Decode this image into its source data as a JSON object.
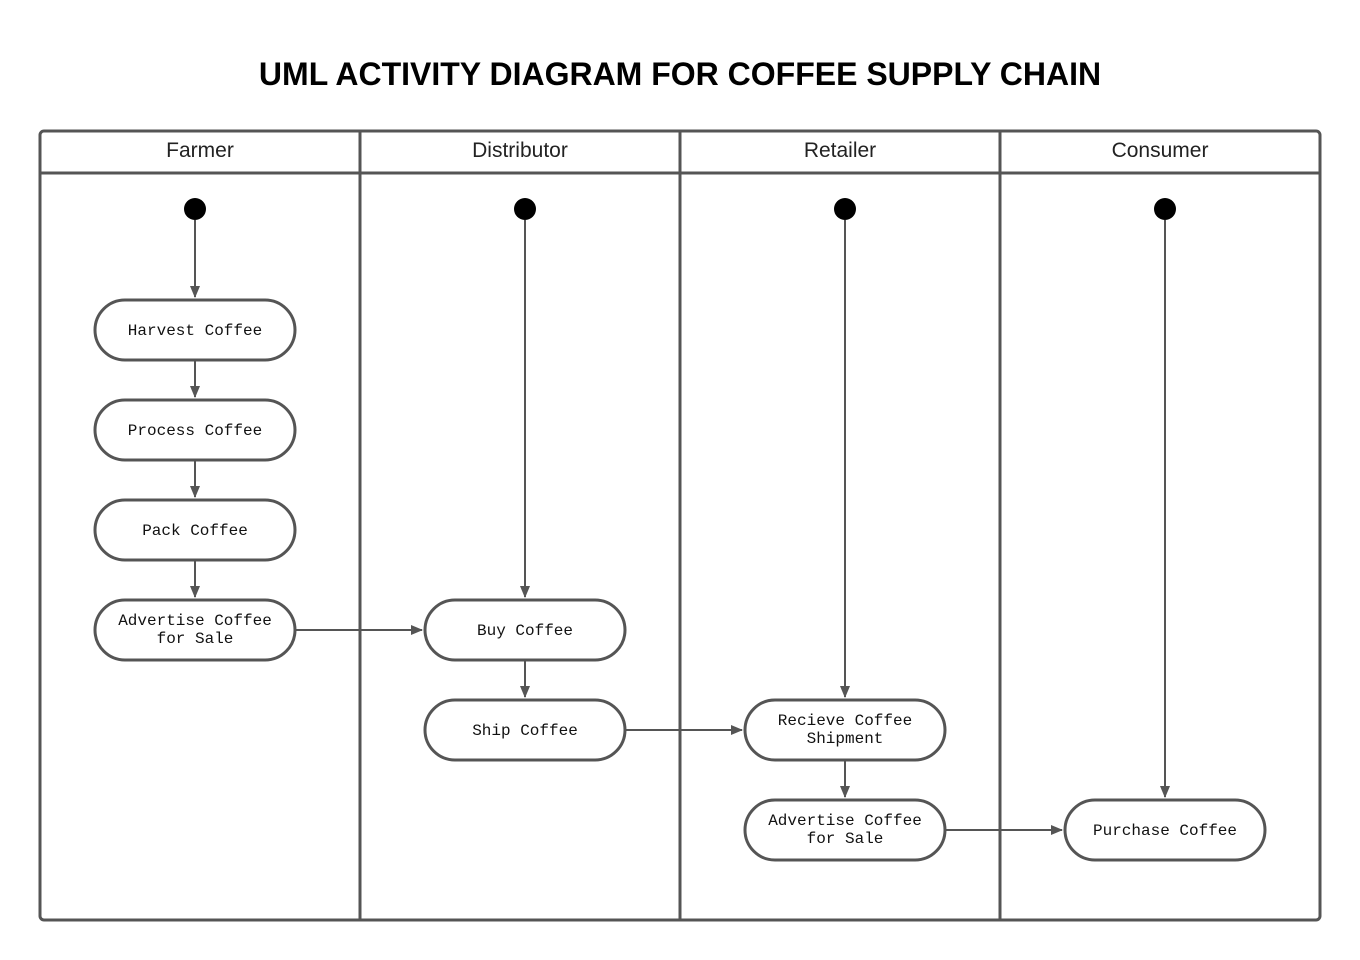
{
  "title": "UML ACTIVITY DIAGRAM FOR COFFEE SUPPLY CHAIN",
  "lanes": [
    {
      "id": "farmer",
      "label": "Farmer"
    },
    {
      "id": "distributor",
      "label": "Distributor"
    },
    {
      "id": "retailer",
      "label": "Retailer"
    },
    {
      "id": "consumer",
      "label": "Consumer"
    }
  ],
  "activities": {
    "harvest": {
      "lane": "farmer",
      "lines": [
        "Harvest Coffee"
      ]
    },
    "process": {
      "lane": "farmer",
      "lines": [
        "Process Coffee"
      ]
    },
    "pack": {
      "lane": "farmer",
      "lines": [
        "Pack Coffee"
      ]
    },
    "advertise_farmer": {
      "lane": "farmer",
      "lines": [
        "Advertise Coffee",
        "for Sale"
      ]
    },
    "buy": {
      "lane": "distributor",
      "lines": [
        "Buy Coffee"
      ]
    },
    "ship": {
      "lane": "distributor",
      "lines": [
        "Ship Coffee"
      ]
    },
    "receive": {
      "lane": "retailer",
      "lines": [
        "Recieve Coffee",
        "Shipment"
      ]
    },
    "advertise_retailer": {
      "lane": "retailer",
      "lines": [
        "Advertise Coffee",
        "for Sale"
      ]
    },
    "purchase": {
      "lane": "consumer",
      "lines": [
        "Purchase Coffee"
      ]
    }
  },
  "start_nodes": [
    "farmer",
    "distributor",
    "retailer",
    "consumer"
  ],
  "flows": [
    {
      "from": "start:farmer",
      "to": "harvest"
    },
    {
      "from": "harvest",
      "to": "process"
    },
    {
      "from": "process",
      "to": "pack"
    },
    {
      "from": "pack",
      "to": "advertise_farmer"
    },
    {
      "from": "advertise_farmer",
      "to": "buy"
    },
    {
      "from": "start:distributor",
      "to": "buy"
    },
    {
      "from": "buy",
      "to": "ship"
    },
    {
      "from": "ship",
      "to": "receive"
    },
    {
      "from": "start:retailer",
      "to": "receive"
    },
    {
      "from": "receive",
      "to": "advertise_retailer"
    },
    {
      "from": "advertise_retailer",
      "to": "purchase"
    },
    {
      "from": "start:consumer",
      "to": "purchase"
    }
  ]
}
